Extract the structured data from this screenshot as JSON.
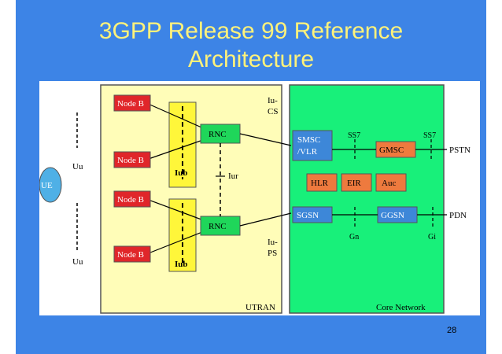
{
  "slide": {
    "title_line1": "3GPP Release 99 Reference",
    "title_line2": "Architecture",
    "page_number": "28"
  },
  "diagram": {
    "ue": "UE",
    "uu_top": "Uu",
    "uu_bottom": "Uu",
    "node_b": [
      "Node B",
      "Node B",
      "Node B",
      "Node B"
    ],
    "iub": [
      "Iub",
      "Iub"
    ],
    "rnc": [
      "RNC",
      "RNC"
    ],
    "iur": "Iur",
    "iu_cs_1": "Iu-",
    "iu_cs_2": "CS",
    "iu_ps_1": "Iu-",
    "iu_ps_2": "PS",
    "utran": "UTRAN",
    "core_network": "Core Network",
    "smsc_1": "SMSC",
    "smsc_2": "/VLR",
    "gmsc": "GMSC",
    "ss7_left": "SS7",
    "ss7_right": "SS7",
    "pstn": "PSTN",
    "hlr": "HLR",
    "eir": "EIR",
    "auc": "Auc",
    "sgsn": "SGSN",
    "ggsn": "GGSN",
    "pdn": "PDN",
    "gn": "Gn",
    "gi": "Gi"
  },
  "colors": {
    "slide_bg": "#3d84e6",
    "title": "#fff27a",
    "utran_bg": "#fffdb8",
    "core_bg": "#18f07a",
    "node_b": "#e0262a",
    "rnc": "#1fd65a",
    "iub_box": "#fff63a",
    "orange_box": "#ee7a3e",
    "blue_box": "#3d87d8",
    "ue": "#4fb0e6"
  }
}
